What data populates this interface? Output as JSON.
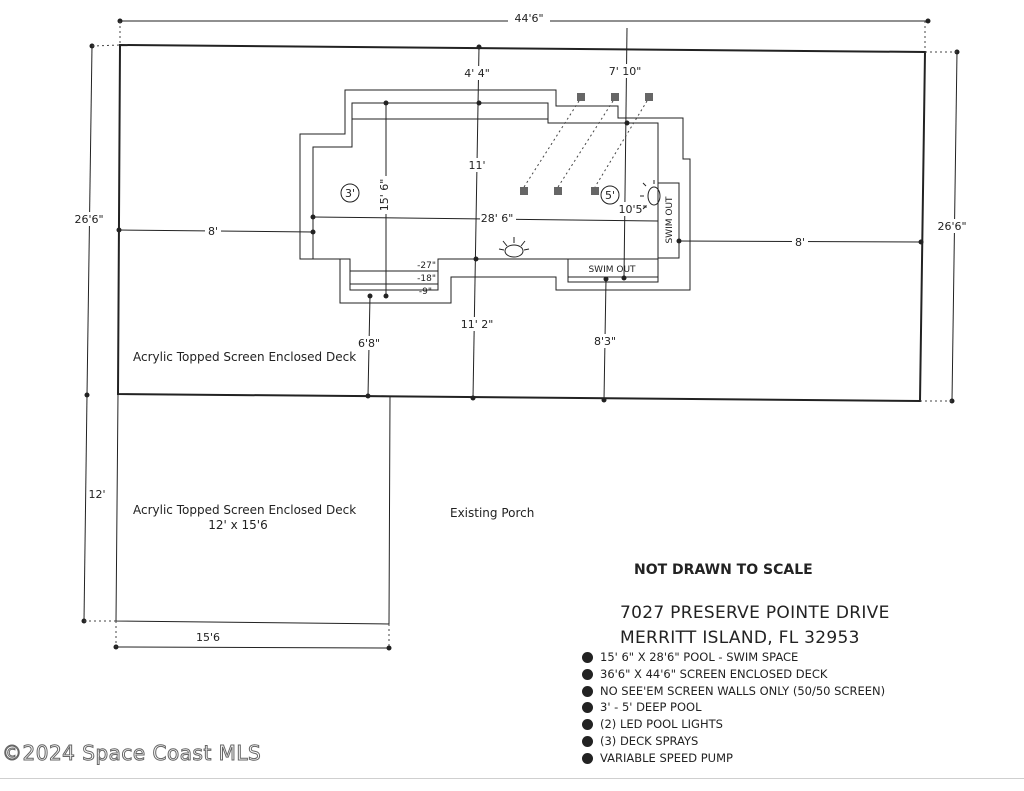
{
  "dimensions": {
    "overall_width": "44'6\"",
    "left_height": "26'6\"",
    "right_height": "26'6\"",
    "top_left_offset": "4' 4\"",
    "top_right_offset": "7' 10\"",
    "left_offset": "8'",
    "right_offset": "8'",
    "pool_length": "28' 6\"",
    "pool_width": "15' 6\"",
    "pool_inner": "11'",
    "swim_out_width": "10'5\"",
    "bottom_left": "6'8\"",
    "bottom_mid": "11' 2\"",
    "bottom_right": "8'3\"",
    "lower_height": "12'",
    "lower_width": "15'6"
  },
  "pool": {
    "depth_shallow": "3'",
    "depth_deep": "5'",
    "swim_out_right": "SWIM OUT",
    "swim_out_bottom": "SWIM OUT",
    "step_1": "-27\"",
    "step_2": "-18\"",
    "step_3": "-9\""
  },
  "areas": {
    "upper_deck": "Acrylic Topped Screen Enclosed Deck",
    "lower_deck": "Acrylic Topped Screen Enclosed Deck",
    "lower_deck_size": "12' x 15'6",
    "porch": "Existing Porch"
  },
  "notes": {
    "scale_note": "NOT DRAWN TO SCALE",
    "address_line1": "7027 PRESERVE POINTE DRIVE",
    "address_line2": "MERRITT ISLAND, FL 32953",
    "items": [
      "15' 6\" X 28'6\" POOL - SWIM SPACE",
      "36'6\" X 44'6\" SCREEN ENCLOSED DECK",
      "NO SEE'EM SCREEN WALLS ONLY (50/50 SCREEN)",
      "3' - 5' DEEP POOL",
      "(2) LED POOL LIGHTS",
      "(3) DECK SPRAYS",
      "VARIABLE SPEED PUMP"
    ]
  },
  "watermark": "©2024 Space Coast MLS"
}
